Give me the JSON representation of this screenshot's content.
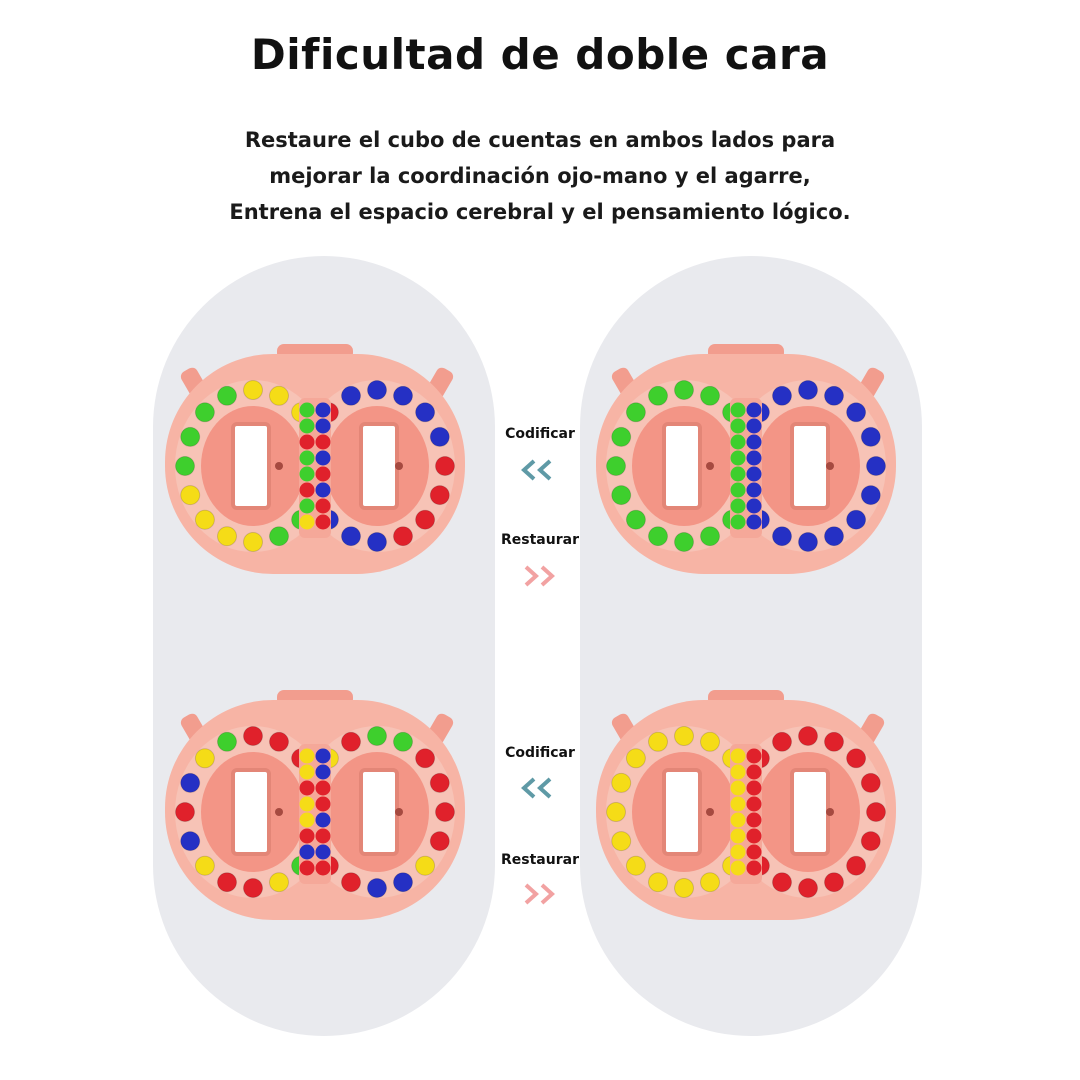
{
  "title": "Dificultad de doble cara",
  "subtitle_lines": [
    "Restaure el cubo de cuentas en ambos lados para",
    "mejorar la coordinación ojo-mano y el agarre,",
    "Entrena el espacio cerebral y el pensamiento lógico."
  ],
  "rows": [
    {
      "encode_label": "Codificar",
      "restore_label": "Restaurar"
    },
    {
      "encode_label": "Codificar",
      "restore_label": "Restaurar"
    }
  ],
  "colors": {
    "panel": "#e9eaee",
    "toy_body": "#f7b4a5",
    "toy_inner": "#f39586",
    "encode_arrow": "#5f9aa6",
    "restore_arrow": "#f2a2a2",
    "bead_red": "#e0212b",
    "bead_green": "#3ecf2d",
    "bead_yellow": "#f5dc17",
    "bead_blue": "#2530c4"
  },
  "toys": {
    "top_left": {
      "left": [
        "y",
        "y",
        "y",
        "y",
        "g",
        "g",
        "g",
        "g",
        "y",
        "y",
        "y",
        "y",
        "g",
        "g",
        "g",
        "g"
      ],
      "right": [
        "b",
        "b",
        "b",
        "b",
        "r",
        "r",
        "r",
        "r",
        "b",
        "b",
        "b",
        "r",
        "r",
        "r",
        "r",
        "b"
      ],
      "center": [
        "g",
        "g",
        "r",
        "g",
        "g",
        "r",
        "g",
        "y"
      ],
      "center2": [
        "b",
        "b",
        "r",
        "b",
        "r",
        "b",
        "r",
        "r"
      ]
    },
    "top_right": {
      "left": [
        "g",
        "g",
        "g",
        "g",
        "g",
        "g",
        "g",
        "g",
        "g",
        "g",
        "g",
        "g",
        "g",
        "g",
        "g",
        "g"
      ],
      "right": [
        "b",
        "b",
        "b",
        "b",
        "b",
        "b",
        "b",
        "b",
        "b",
        "b",
        "b",
        "b",
        "b",
        "b",
        "b",
        "b"
      ],
      "center": [
        "g",
        "g",
        "g",
        "g",
        "g",
        "g",
        "g",
        "g"
      ],
      "center2": [
        "b",
        "b",
        "b",
        "b",
        "b",
        "b",
        "b",
        "b"
      ]
    },
    "bottom_left": {
      "left": [
        "r",
        "r",
        "r",
        "y",
        "y",
        "g",
        "g",
        "y",
        "r",
        "r",
        "y",
        "b",
        "r",
        "b",
        "y",
        "g"
      ],
      "right": [
        "g",
        "g",
        "r",
        "r",
        "r",
        "r",
        "y",
        "b",
        "b",
        "r",
        "r",
        "r",
        "g",
        "g",
        "y",
        "r"
      ],
      "center": [
        "y",
        "y",
        "r",
        "y",
        "y",
        "r",
        "b",
        "r"
      ],
      "center2": [
        "b",
        "b",
        "r",
        "r",
        "b",
        "r",
        "b",
        "r"
      ]
    },
    "bottom_right": {
      "left": [
        "y",
        "y",
        "y",
        "y",
        "y",
        "y",
        "y",
        "y",
        "y",
        "y",
        "y",
        "y",
        "y",
        "y",
        "y",
        "y"
      ],
      "right": [
        "r",
        "r",
        "r",
        "r",
        "r",
        "r",
        "r",
        "r",
        "r",
        "r",
        "r",
        "r",
        "r",
        "r",
        "r",
        "r"
      ],
      "center": [
        "y",
        "y",
        "y",
        "y",
        "y",
        "y",
        "y",
        "y"
      ],
      "center2": [
        "r",
        "r",
        "r",
        "r",
        "r",
        "r",
        "r",
        "r"
      ]
    }
  }
}
